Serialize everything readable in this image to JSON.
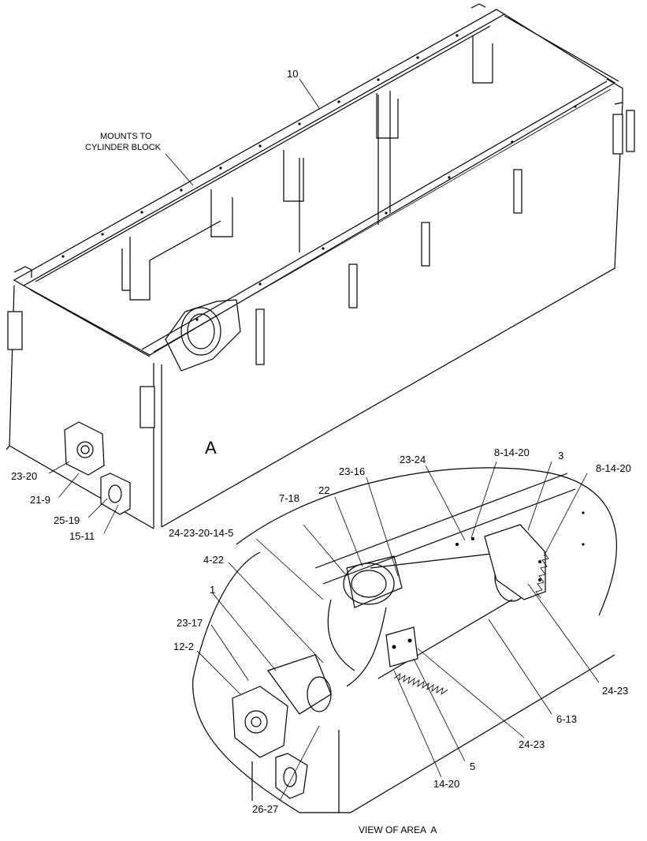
{
  "diagram": {
    "main_view": {
      "labels": {
        "part_10": "10",
        "mounts_line1": "MOUNTS TO",
        "mounts_line2": "CYLINDER BLOCK",
        "area": "A",
        "c_23_20": "23-20",
        "c_21_9": "21-9",
        "c_25_19": "25-19",
        "c_15_11": "15-11"
      }
    },
    "detail_view": {
      "caption": "VIEW OF AREA  A",
      "labels": {
        "c_23_24": "23-24",
        "c_8_14_20_a": "8-14-20",
        "c_3": "3",
        "c_8_14_20_b": "8-14-20",
        "c_23_16": "23-16",
        "c_22": "22",
        "c_7_18": "7-18",
        "c_24_23_20_14_5": "24-23-20-14-5",
        "c_4_22": "4-22",
        "c_1": "1",
        "c_23_17": "23-17",
        "c_12_2": "12-2",
        "c_24_23_a": "24-23",
        "c_6_13": "6-13",
        "c_24_23_b": "24-23",
        "c_5": "5",
        "c_14_20": "14-20",
        "c_26_27": "26-27"
      }
    }
  }
}
